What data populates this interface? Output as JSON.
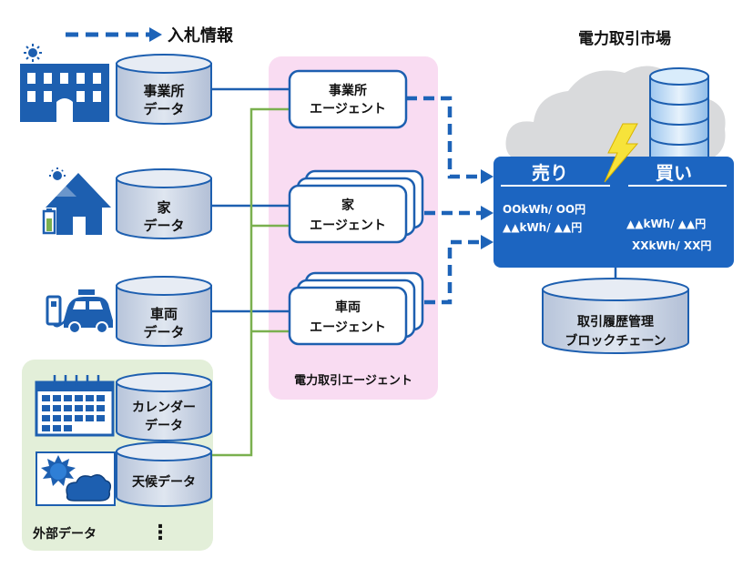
{
  "legend": {
    "label": "入札情報"
  },
  "market": {
    "title": "電力取引市場",
    "sell_label": "売り",
    "buy_label": "買い",
    "sell_orders": [
      "OOkWh/ OO円",
      "▲▲kWh/ ▲▲円"
    ],
    "buy_orders": [
      "▲▲kWh/ ▲▲円",
      "XXkWh/ XX円"
    ],
    "ledger": [
      "取引履歴管理",
      "ブロックチェーン"
    ]
  },
  "data_sources": {
    "office": [
      "事業所",
      "データ"
    ],
    "home": [
      "家",
      "データ"
    ],
    "vehicle": [
      "車両",
      "データ"
    ],
    "calendar": [
      "カレンダー",
      "データ"
    ],
    "weather": "天候データ"
  },
  "external": {
    "label": "外部データ",
    "more": "⋮"
  },
  "agents": {
    "group_label": "電力取引エージェント",
    "office": [
      "事業所",
      "エージェント"
    ],
    "home": [
      "家",
      "エージェント"
    ],
    "vehicle": [
      "車両",
      "エージェント"
    ]
  },
  "colors": {
    "blue_line": "#1d5fb0",
    "green_line": "#7ab04f",
    "agent_bg": "#f9dcf2",
    "external_bg": "#e3efd9",
    "market_box": "#1c65c1",
    "cylinder_top": "#e7ecf4",
    "cylinder_body": "#c2cde0",
    "cloud": "#d9dadc"
  }
}
